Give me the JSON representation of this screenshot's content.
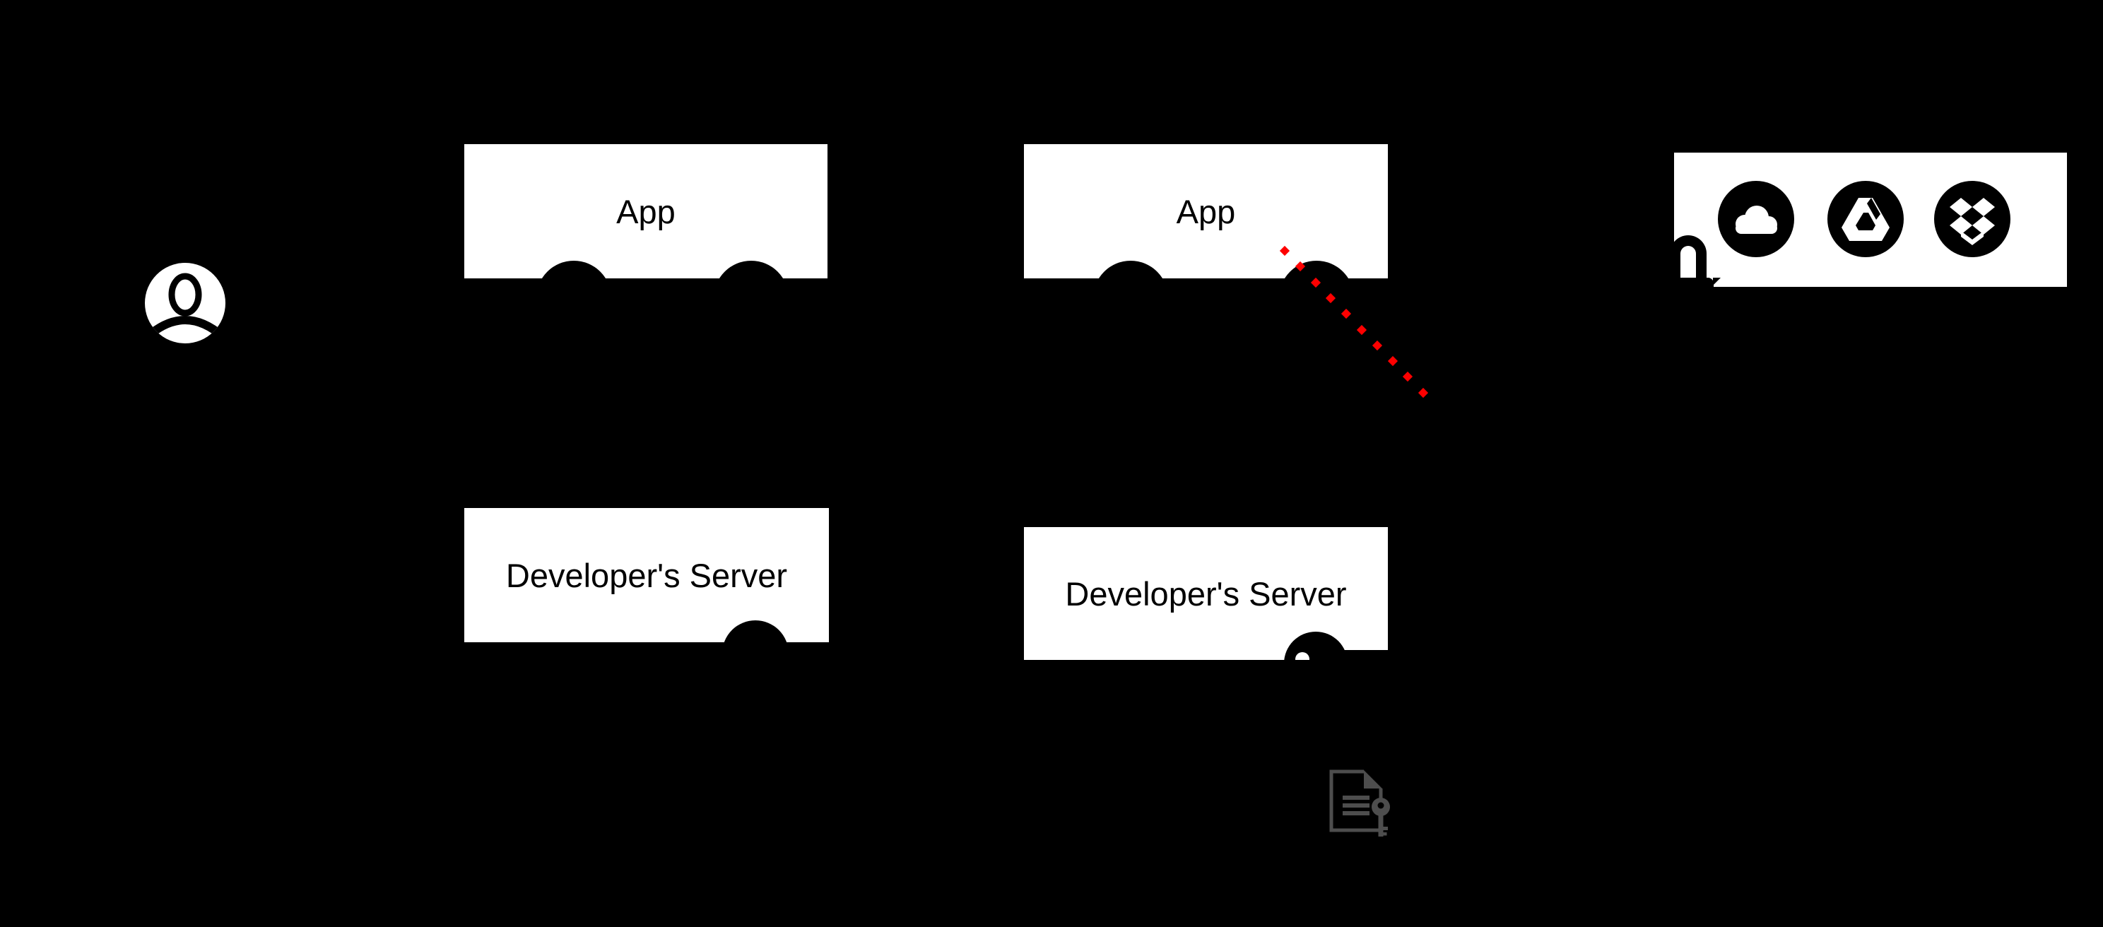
{
  "diagram": {
    "nodes": {
      "app_left": {
        "label": "App"
      },
      "app_right": {
        "label": "App"
      },
      "dev_server_left": {
        "label": "Developer's Server"
      },
      "dev_server_right": {
        "label": "Developer's Server"
      }
    },
    "cloud_services": {
      "icons": [
        "icloud-icon",
        "google-drive-icon",
        "dropbox-icon"
      ]
    },
    "icons": {
      "user": "user-avatar-icon",
      "lock": "padlock-icon",
      "key": "key-icon",
      "credentials": "document-key-icon"
    },
    "connector": {
      "style": "dotted",
      "dot_count": 10
    },
    "colors": {
      "background": "#000000",
      "node_background": "#ffffff",
      "node_text": "#000000",
      "connector_red": "#fe0000",
      "credentials_gray": "#4d4d4d"
    }
  }
}
